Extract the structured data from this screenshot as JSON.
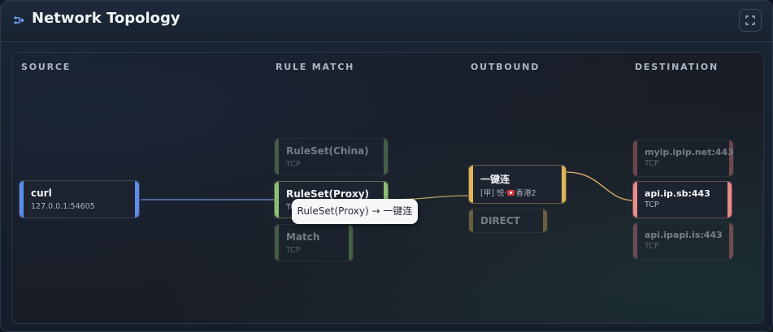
{
  "header": {
    "title": "Network Topology",
    "icon": "route-icon",
    "fullscreen_icon": "expand-icon"
  },
  "columns": {
    "source": "SOURCE",
    "rule_match": "RULE MATCH",
    "outbound": "OUTBOUND",
    "destination": "DESTINATION"
  },
  "source": {
    "title": "curl",
    "subtitle": "127.0.0.1:54605",
    "color": "#5b8def"
  },
  "rules": [
    {
      "title": "RuleSet(China)",
      "subtitle": "TCP",
      "color": "#7fb069",
      "active": false
    },
    {
      "title": "RuleSet(Proxy)",
      "subtitle": "TCP",
      "color": "#8cc074",
      "active": true
    },
    {
      "title": "Match",
      "subtitle": "TCP",
      "color": "#7fb069",
      "active": false
    }
  ],
  "outbounds": [
    {
      "title": "一键连",
      "subtitle_prefix": "[甲] 悦·",
      "subtitle_suffix": "香港2",
      "color": "#e1b45a",
      "active": true
    },
    {
      "title": "DIRECT",
      "color": "#d8ac55",
      "active": false
    }
  ],
  "destinations": [
    {
      "title": "myip.ipip.net:443",
      "subtitle": "TCP",
      "color": "#e07a7a",
      "active": false
    },
    {
      "title": "api.ip.sb:443",
      "subtitle": "TCP",
      "color": "#ea8a8a",
      "active": true
    },
    {
      "title": "api.ipapi.is:443",
      "subtitle": "TCP",
      "color": "#e07a7a",
      "active": false
    }
  ],
  "tooltip": {
    "text": "RuleSet(Proxy) → 一键连"
  },
  "colors": {
    "source_link": "#6f8fd8",
    "rule_link": "#b6a06a",
    "dest_link": "#e0b36a"
  }
}
